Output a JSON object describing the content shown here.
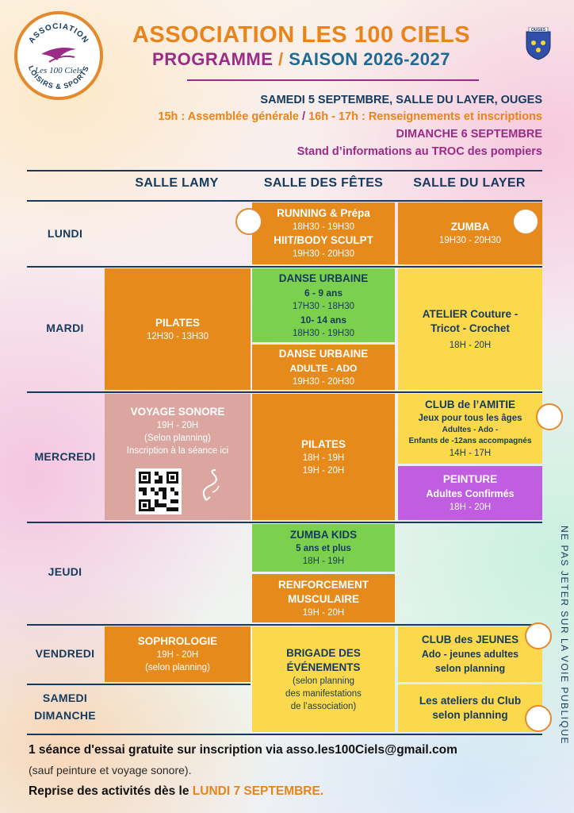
{
  "logo": {
    "text_top": "ASSOCIATION",
    "text_middle": "Les 100 Ciels",
    "text_bottom": "LOISIRS & SPORTS"
  },
  "crest": {
    "label": "OUGES"
  },
  "header": {
    "title": "ASSOCIATION LES 100 CIELS",
    "programme": "PROGRAMME",
    "slash": "/",
    "saison": "SAISON 2026-2027"
  },
  "info": {
    "line1": "SAMEDI 5 SEPTEMBRE, SALLE DU LAYER, OUGES",
    "line2_a": "15h : Assemblée générale",
    "line2_sep": " / ",
    "line2_b": "16h - 17h : Renseignements et inscriptions",
    "line3": "DIMANCHE 6 SEPTEMBRE",
    "line4": "Stand d’informations au TROC des pompiers"
  },
  "columns": [
    "SALLE LAMY",
    "SALLE DES FÊTES",
    "SALLE DU LAYER"
  ],
  "days": {
    "lundi": "LUNDI",
    "mardi": "MARDI",
    "mercredi": "MERCREDI",
    "jeudi": "JEUDI",
    "vendredi": "VENDREDI",
    "samedi": "SAMEDI",
    "dimanche": "DIMANCHE"
  },
  "lundi": {
    "fetes_t1": "RUNNING & Prépa",
    "fetes_h1": "18H30 - 19H30",
    "fetes_t2": "HIIT/BODY SCULPT",
    "fetes_h2": "19H30 - 20H30",
    "layer_t": "ZUMBA",
    "layer_h": "19H30 - 20H30"
  },
  "mardi": {
    "lamy_t": "PILATES",
    "lamy_h": "12H30 - 13H30",
    "danse_t": "DANSE URBAINE",
    "danse_a1": "6 - 9 ans",
    "danse_h1": "17H30 - 18H30",
    "danse_a2": "10- 14 ans",
    "danse_h2": "18H30 - 19H30",
    "danse2_t1": "DANSE URBAINE",
    "danse2_t2": "ADULTE - ADO",
    "danse2_h": "19H30 - 20H30",
    "layer_t1": "ATELIER Couture -",
    "layer_t2": "Tricot - Crochet",
    "layer_h": "18H - 20H"
  },
  "mercredi": {
    "lamy_t": "VOYAGE SONORE",
    "lamy_h": "19H - 20H",
    "lamy_n1": "(Selon planning)",
    "lamy_n2": "Inscription à la séance ici",
    "fetes_t": "PILATES",
    "fetes_h1": "18H - 19H",
    "fetes_h2": "19H - 20H",
    "amitie_t": "CLUB de l’AMITIE",
    "amitie_s1": "Jeux pour tous les âges",
    "amitie_s2": "Adultes - Ado -",
    "amitie_s3": "Enfants de -12ans accompagnés",
    "amitie_h": "14H - 17H",
    "peinture_t": "PEINTURE",
    "peinture_s": "Adultes Confirmés",
    "peinture_h": "18H - 20H"
  },
  "jeudi": {
    "zk_t": "ZUMBA KIDS",
    "zk_s": "5 ans et plus",
    "zk_h": "18H - 19H",
    "renfo_t1": "RENFORCEMENT",
    "renfo_t2": "MUSCULAIRE",
    "renfo_h": "19H - 20H"
  },
  "vendredi": {
    "lamy_t": "SOPHROLOGIE",
    "lamy_h": "19H - 20H",
    "lamy_n": "(selon planning)",
    "brigade_t1": "BRIGADE DES",
    "brigade_t2": "ÉVÉNEMENTS",
    "brigade_n1": "(selon planning",
    "brigade_n2": "des manifestations",
    "brigade_n3": "de l’association)",
    "jeunes_t": "CLUB des JEUNES",
    "jeunes_s1": "Ado - jeunes adultes",
    "jeunes_s2": "selon planning"
  },
  "weekend": {
    "ateliers_t1": "Les ateliers du Club",
    "ateliers_t2": "selon planning"
  },
  "vertical_note": "NE PAS JETER SUR LA VOIE PUBLIQUE",
  "footer": {
    "line1": "1 séance d'essai gratuite sur inscription via asso.les100Ciels@gmail.com",
    "line2": "(sauf peinture et voyage sonore).",
    "line3_a": "Reprise des activités dès le ",
    "line3_b": "LUNDI 7 SEPTEMBRE."
  },
  "colors": {
    "orange": "#e68a1c",
    "yellow": "#fcd94c",
    "green": "#7bd14e",
    "pink": "#dba69f",
    "purple": "#c05de0",
    "navy": "#163a5c",
    "plum": "#9a2b86"
  }
}
